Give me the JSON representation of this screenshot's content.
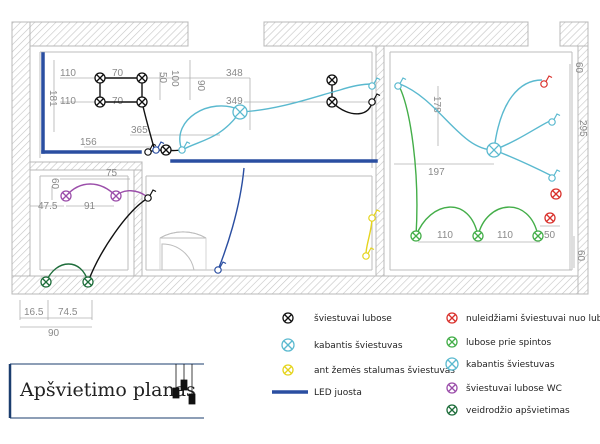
{
  "title": "Apšvietimo planas",
  "colors": {
    "black": "#111111",
    "cyan": "#5ab9cf",
    "yellow": "#e5d41d",
    "led": "#2a4ea1",
    "red": "#d9322d",
    "green": "#44ae49",
    "purple": "#9b4eaa",
    "darkgreen": "#1e6d3b",
    "wall": "#b8b8b8",
    "dim": "#8a8a8a"
  },
  "dimensions": {
    "d110a": "110",
    "d70a": "70",
    "d50": "50",
    "d100": "100",
    "d348": "348",
    "d110b": "110",
    "d70b": "70",
    "d349": "349",
    "d181": "181",
    "d90": "90",
    "d365": "365",
    "d156": "156",
    "d178": "178",
    "d60top": "60",
    "d295": "295",
    "d197": "197",
    "d60left": "60",
    "d75": "75",
    "d475": "47.5",
    "d91": "91",
    "d110c": "110",
    "d110d": "110",
    "d50b": "50",
    "d60right": "60",
    "d165": "16.5",
    "d745": "74.5",
    "d90b": "90"
  },
  "legend": [
    {
      "label": "šviestuvai lubose",
      "icon": "ceiling-light-icon"
    },
    {
      "label": "kabantis šviestuvas",
      "icon": "pendant-light-icon"
    },
    {
      "label": "ant žemės stalumas šviestuvas",
      "icon": "floor-lamp-icon"
    },
    {
      "label": "LED juosta",
      "icon": "led-strip-icon"
    },
    {
      "label": "nuleidžiami šviestuvai nuo lubų",
      "icon": "drop-ceiling-light-icon"
    },
    {
      "label": "lubose prie spintos",
      "icon": "wardrobe-ceiling-light-icon"
    },
    {
      "label": "kabantis šviestuvas",
      "icon": "pendant-light-icon"
    },
    {
      "label": "šviestuvai lubose WC",
      "icon": "wc-ceiling-light-icon"
    },
    {
      "label": "veidrodžio apšvietimas",
      "icon": "mirror-light-icon"
    }
  ]
}
